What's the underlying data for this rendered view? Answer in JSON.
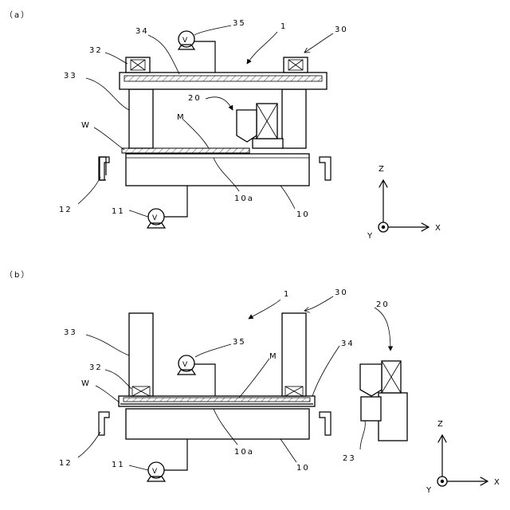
{
  "panel_a": {
    "label": "（a）",
    "ref_1": "1",
    "ref_10": "10",
    "ref_10a": "10a",
    "ref_11": "11",
    "ref_12": "12",
    "ref_20": "20",
    "ref_30": "30",
    "ref_32": "32",
    "ref_33": "33",
    "ref_34": "34",
    "ref_35": "35",
    "ref_M": "M",
    "ref_W": "W",
    "valve_11": "V",
    "valve_35": "V",
    "axis_z": "Z",
    "axis_x": "X",
    "axis_y": "Y"
  },
  "panel_b": {
    "label": "（b）",
    "ref_1": "1",
    "ref_10": "10",
    "ref_10a": "10a",
    "ref_11": "11",
    "ref_12": "12",
    "ref_20": "20",
    "ref_23": "23",
    "ref_30": "30",
    "ref_32": "32",
    "ref_33": "33",
    "ref_34": "34",
    "ref_35": "35",
    "ref_M": "M",
    "ref_W": "W",
    "valve_11": "V",
    "valve_35": "V",
    "axis_z": "Z",
    "axis_x": "X",
    "axis_y": "Y"
  }
}
